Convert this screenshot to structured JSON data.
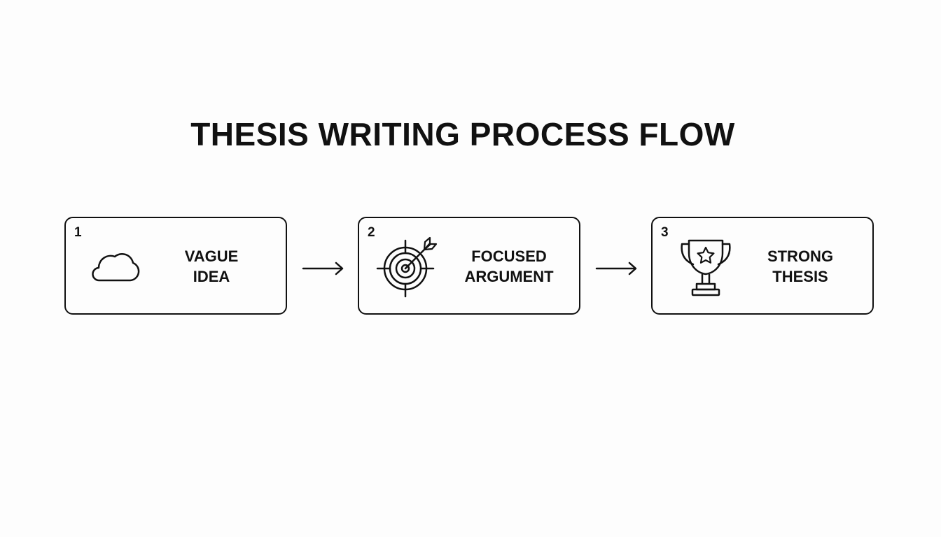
{
  "title": "THESIS WRITING PROCESS FLOW",
  "steps": [
    {
      "number": "1",
      "line1": "VAGUE",
      "line2": "IDEA",
      "icon": "cloud-icon"
    },
    {
      "number": "2",
      "line1": "FOCUSED",
      "line2": "ARGUMENT",
      "icon": "target-arrow-icon"
    },
    {
      "number": "3",
      "line1": "STRONG",
      "line2": "THESIS",
      "icon": "trophy-icon"
    }
  ],
  "colors": {
    "background": "#fdfdfd",
    "stroke": "#111111"
  }
}
